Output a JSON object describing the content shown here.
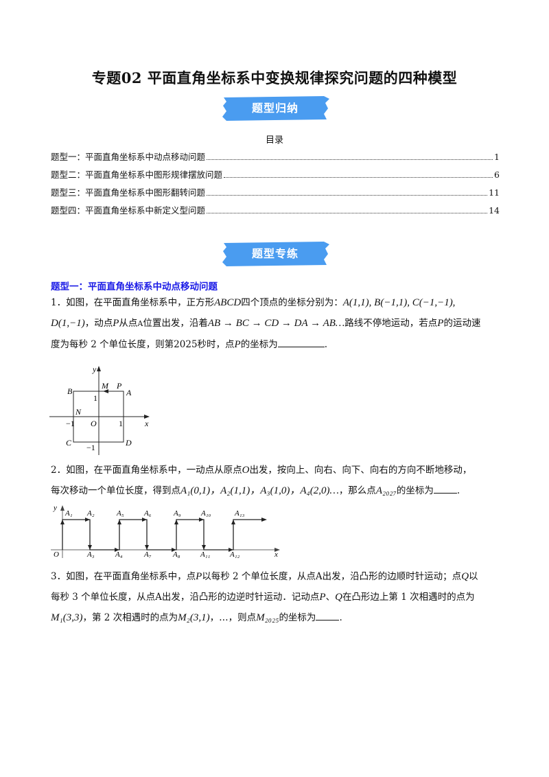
{
  "title": "专题02  平面直角坐标系中变换规律探究问题的四种模型",
  "banners": {
    "summary": "题型归纳",
    "practice": "题型专练",
    "color": "#4a9cf0"
  },
  "toc": {
    "heading": "目录",
    "items": [
      {
        "label": "题型一：平面直角坐标系中动点移动问题",
        "page": "1"
      },
      {
        "label": "题型二：平面直角坐标系中图形规律摆放问题",
        "page": "6"
      },
      {
        "label": "题型三：平面直角坐标系中图形翻转问题",
        "page": "11"
      },
      {
        "label": "题型四：平面直角坐标系中新定义型问题",
        "page": "14"
      }
    ]
  },
  "section1": {
    "heading": "题型一：平面直角坐标系中动点移动问题",
    "heading_color": "#1a1ae6"
  },
  "q1": {
    "line1_a": "1．如图，在平面直角坐标系中，正方形",
    "line1_sq": "ABCD",
    "line1_b": "四个顶点的坐标分别为：",
    "line1_coords": "A(1,1), B(−1,1), C(−1,−1),",
    "line2_a": "D(1,−1)",
    "line2_b": "，动点",
    "line2_p": "P",
    "line2_c": "从点",
    "line2_A": "A",
    "line2_d": "位置出发，沿着",
    "line2_path": "AB → BC → CD → DA → AB…",
    "line2_e": "路线不停地运动，若点",
    "line2_p2": "P",
    "line2_f": "的运动速",
    "line3_a": "度为每秒 2 个单位长度，则第",
    "line3_num": "2025",
    "line3_b": "秒时，点",
    "line3_p": "P",
    "line3_c": "的坐标为",
    "line3_end": ".",
    "figure": {
      "labels": {
        "y": "y",
        "x": "x",
        "A": "A",
        "B": "B",
        "C": "C",
        "D": "D",
        "M": "M",
        "P": "P",
        "N": "N",
        "O": "O",
        "one_y": "1",
        "neg_one_y": "−1",
        "one_x": "1",
        "neg_one_x": "−1"
      }
    }
  },
  "q2": {
    "line1": "2．如图，在平面直角坐标系中，一动点从原点",
    "line1_O": "O",
    "line1_b": "出发，按向上、向右、向下、向右的方向不断地移动，",
    "line2_a": "每次移动一个单位长度，得到点",
    "points": "A₁(0,1)，A₂(1,1)，A₃(1,0)，A₄(2,0)…",
    "line2_b": "，那么点",
    "target": "A₂₀₂₇",
    "line2_c": "的坐标为",
    "line2_end": ".",
    "figure": {
      "top_labels": [
        "A₁",
        "A₂",
        "A₅",
        "A₆",
        "A₉",
        "A₁₀",
        "A₁₃"
      ],
      "bottom_labels": [
        "O",
        "A₃",
        "A₄",
        "A₇",
        "A₈",
        "A₁₁",
        "A₁₂"
      ],
      "x": "x",
      "y": "y"
    }
  },
  "q3": {
    "line1_a": "3．如图，在平面直角坐标系中，点",
    "line1_p": "P",
    "line1_b": "以每秒 2 个单位长度，从点A出发，沿凸形的边顺时针运动；点",
    "line1_q": "Q",
    "line1_c": "以",
    "line2_a": "每秒 3 个单位长度，从点A出发，沿凸形的边逆时针运动．记动点",
    "line2_p": "P",
    "line2_b": "、",
    "line2_q": "Q",
    "line2_c": "在凸形边上第 1 次相遇时的点为",
    "line3_m1": "M₁(3,3)",
    "line3_a": "，第 2 次相遇时的点为",
    "line3_m2": "M₂(3,1)",
    "line3_b": "，…，则点",
    "line3_m": "M₂₀₂₅",
    "line3_c": "的坐标为",
    "line3_end": "."
  }
}
